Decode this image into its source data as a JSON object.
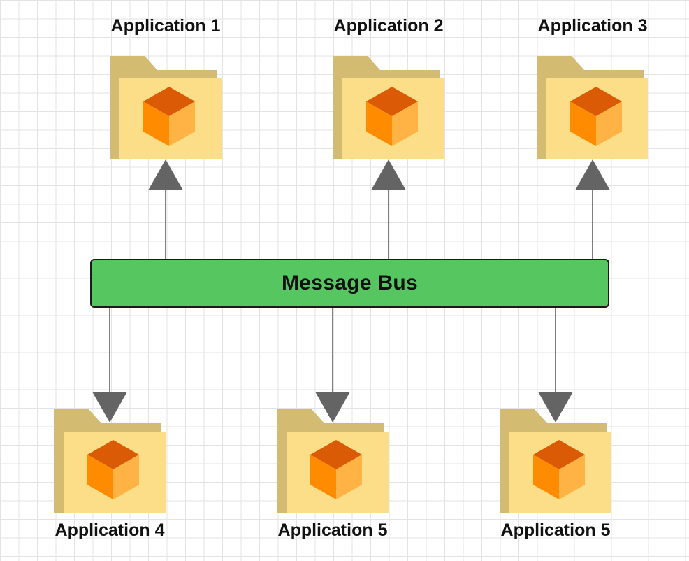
{
  "bus": {
    "label": "Message Bus",
    "color": "#55c660"
  },
  "applications": {
    "top": [
      {
        "label": "Application 1"
      },
      {
        "label": "Application 2"
      },
      {
        "label": "Application 3"
      }
    ],
    "bottom": [
      {
        "label": "Application 4"
      },
      {
        "label": "Application 5"
      },
      {
        "label": "Application 5"
      }
    ]
  },
  "icons": {
    "application": "folder-cube-icon",
    "connector": "arrow-icon"
  },
  "colors": {
    "folder_back": "#d3bb72",
    "folder_front": "#fbde87",
    "cube_top": "#db5a05",
    "cube_left": "#ff8b00",
    "cube_right": "#ffb344",
    "arrow": "#646464",
    "line": "#555555"
  }
}
